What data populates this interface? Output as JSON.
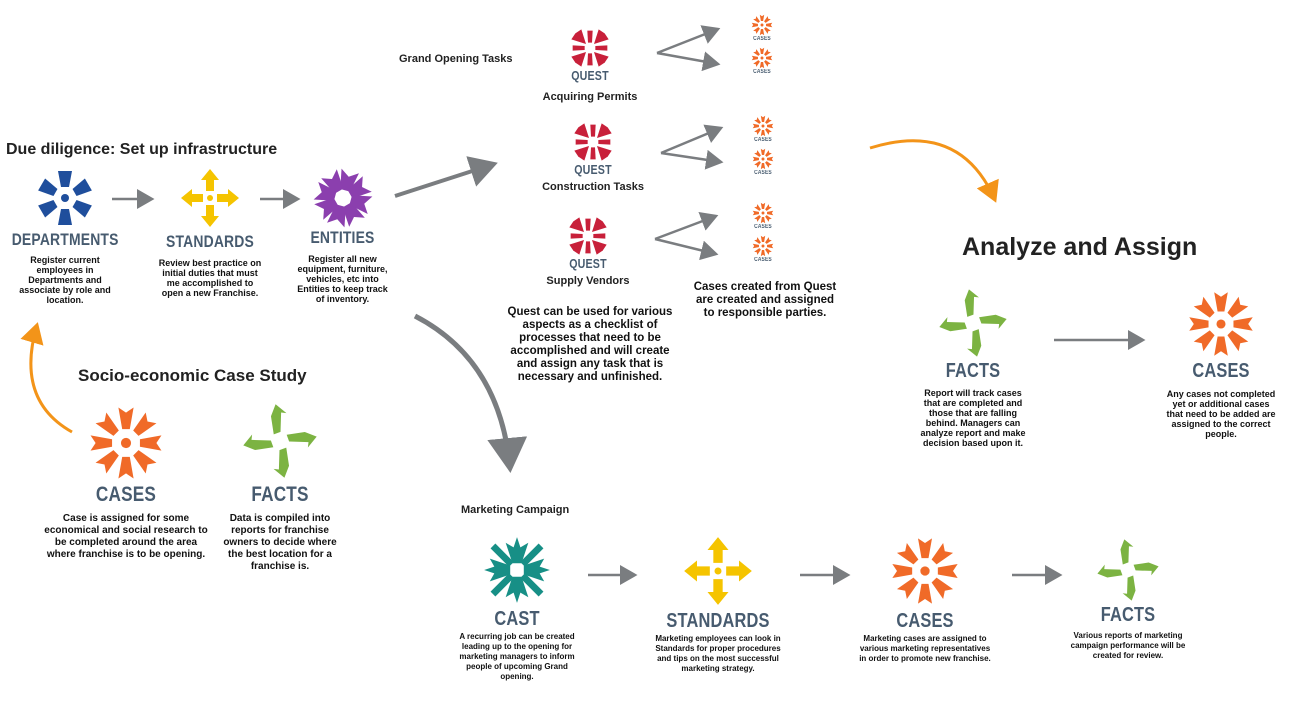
{
  "headings": {
    "due_diligence": "Due diligence: Set up infrastructure",
    "socio": "Socio-economic Case Study",
    "grand_opening": "Grand Opening Tasks",
    "analyze": "Analyze and Assign",
    "marketing": "Marketing Campaign"
  },
  "infrastructure": {
    "departments": {
      "word": "DEPARTMENTS",
      "desc": "Register current employees in Departments and associate by role and location."
    },
    "standards": {
      "word": "STANDARDS",
      "desc": "Review best practice on initial duties that must me accomplished to open a new Franchise."
    },
    "entities": {
      "word": "ENTITIES",
      "desc": "Register all new equipment, furniture, vehicles, etc into Entities to keep track of inventory."
    }
  },
  "socio": {
    "cases": {
      "word": "CASES",
      "desc": "Case is assigned for some economical and social research to be completed around the area where franchise is to be opening."
    },
    "facts": {
      "word": "FACTS",
      "desc": "Data is compiled into reports for franchise owners to decide where the best location for a franchise is."
    }
  },
  "quests": [
    {
      "word": "QUEST",
      "label": "Acquiring Permits"
    },
    {
      "word": "QUEST",
      "label": "Construction Tasks"
    },
    {
      "word": "QUEST",
      "label": "Supply Vendors"
    }
  ],
  "mini_case_word": "CASES",
  "quest_note": "Quest can be used for various aspects as a checklist of processes that need to be accomplished and will create and assign any task that is necessary and unfinished.",
  "cases_note": "Cases created from Quest are created and assigned to responsible parties.",
  "analyze": {
    "facts": {
      "word": "FACTS",
      "desc": "Report will track cases that are completed and those that are falling behind. Managers can analyze report and make decision based upon it."
    },
    "cases": {
      "word": "CASES",
      "desc": "Any cases not completed yet or additional cases that need to be added are assigned to the correct people."
    }
  },
  "marketing": {
    "cast": {
      "word": "CAST",
      "desc": "A recurring job can be created leading up to the opening for marketing managers to inform people of upcoming Grand opening."
    },
    "standards": {
      "word": "STANDARDS",
      "desc": "Marketing employees can look in Standards for proper procedures and tips on the most successful marketing strategy."
    },
    "cases": {
      "word": "CASES",
      "desc": "Marketing cases are assigned to various marketing representatives in order to promote new franchise."
    },
    "facts": {
      "word": "FACTS",
      "desc": "Various reports of marketing campaign performance will be created for review."
    }
  },
  "colors": {
    "departments": "#1f4e9c",
    "standards": "#f5c400",
    "entities": "#8b3fae",
    "cases": "#f06a28",
    "facts": "#7cb342",
    "quest": "#c8203a",
    "cast": "#178f86",
    "arrow": "#7a7d80",
    "orange_arrow": "#f39419"
  }
}
